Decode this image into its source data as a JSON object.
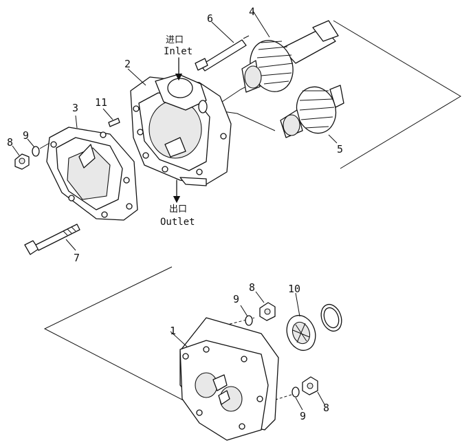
{
  "labels": {
    "inlet_cn": "进口",
    "inlet_en": "Inlet",
    "outlet_cn": "出口",
    "outlet_en": "Outlet"
  },
  "callouts": {
    "c1": "1",
    "c2": "2",
    "c3": "3",
    "c4": "4",
    "c5": "5",
    "c6": "6",
    "c7": "7",
    "c8a": "8",
    "c8b": "8",
    "c8c": "8",
    "c9a": "9",
    "c9b": "9",
    "c9c": "9",
    "c10": "10",
    "c11": "11"
  }
}
